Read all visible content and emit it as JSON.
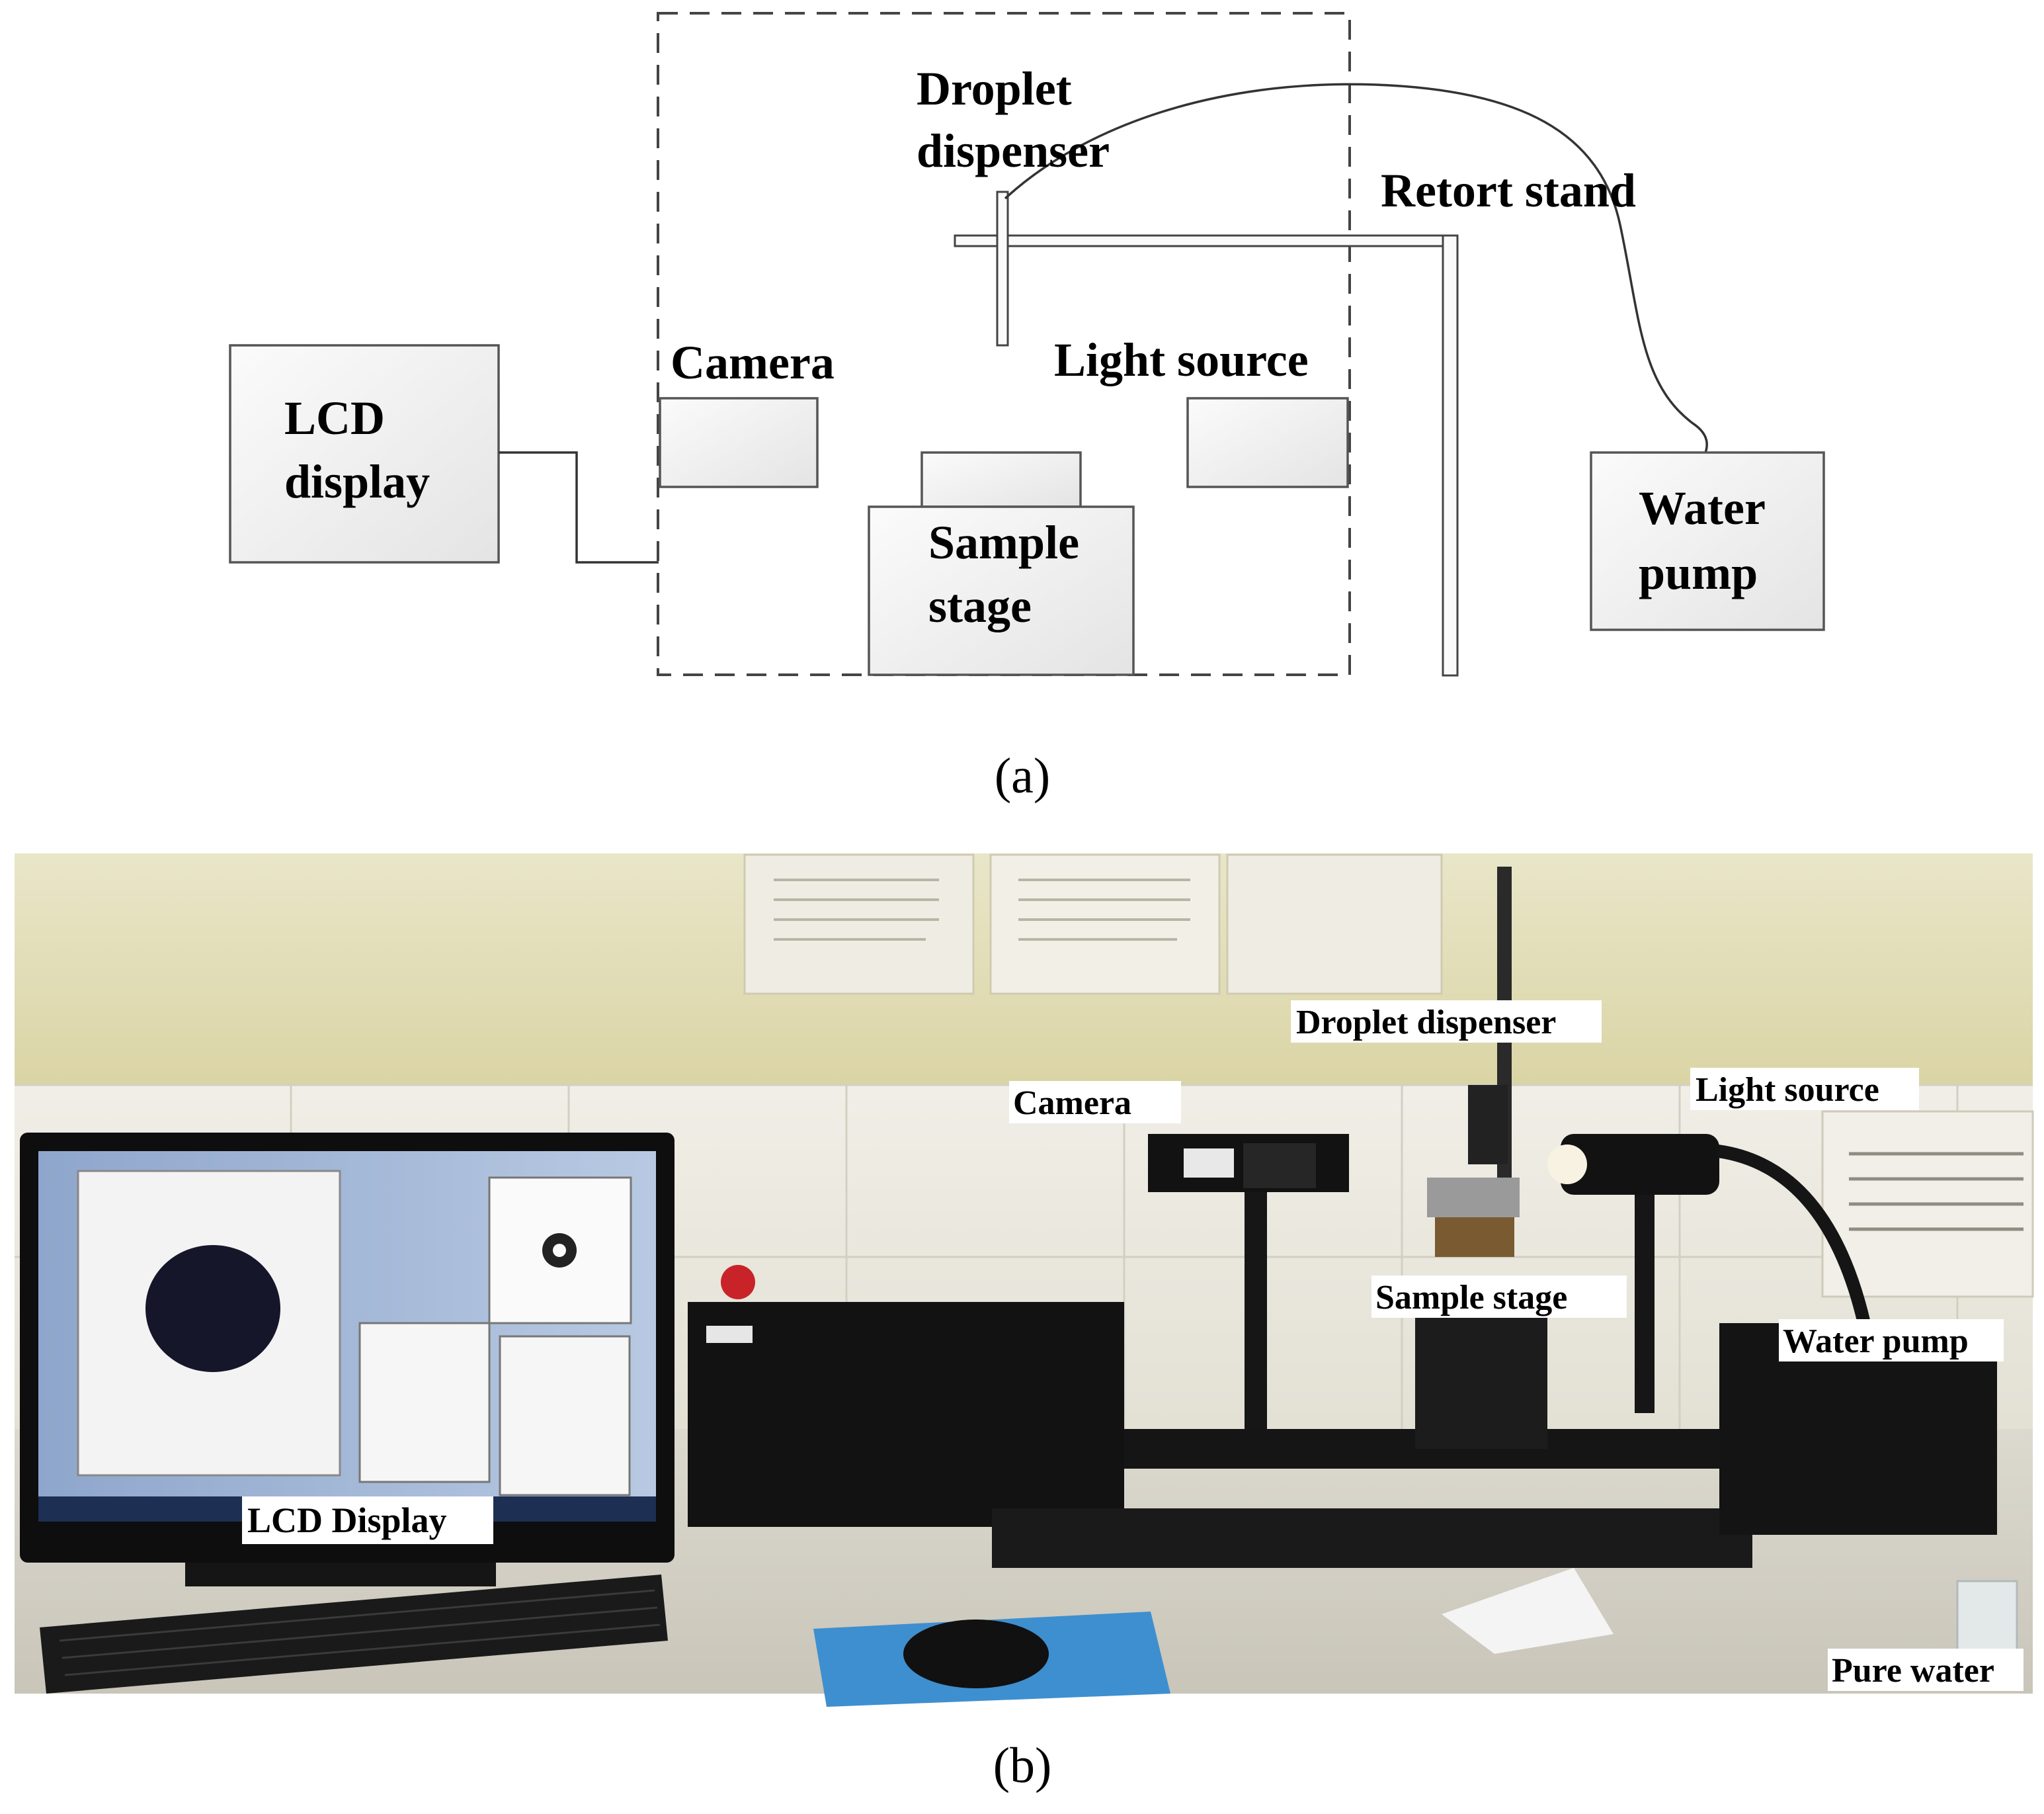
{
  "panel_a": {
    "caption": "(a)",
    "labels": {
      "droplet_dispenser_line1": "Droplet",
      "droplet_dispenser_line2": "dispenser",
      "retort_stand": "Retort stand",
      "camera": "Camera",
      "light_source": "Light source",
      "lcd_line1": "LCD",
      "lcd_line2": "display",
      "sample_stage_line1": "Sample",
      "sample_stage_line2": "stage",
      "water_pump_line1": "Water",
      "water_pump_line2": "pump"
    }
  },
  "panel_b": {
    "caption": "(b)",
    "labels": {
      "droplet_dispenser": "Droplet dispenser",
      "camera": "Camera",
      "light_source": "Light source",
      "sample_stage": "Sample stage",
      "water_pump": "Water pump",
      "lcd_display": "LCD Display",
      "pure_water": "Pure water"
    }
  },
  "colors": {
    "box_fill": "#ececec",
    "box_stroke": "#555555",
    "wall": "#e2ddb0",
    "tiles": "#ebe8dc",
    "equipment": "#141414",
    "monitor_screen": "#9fb3d4"
  }
}
